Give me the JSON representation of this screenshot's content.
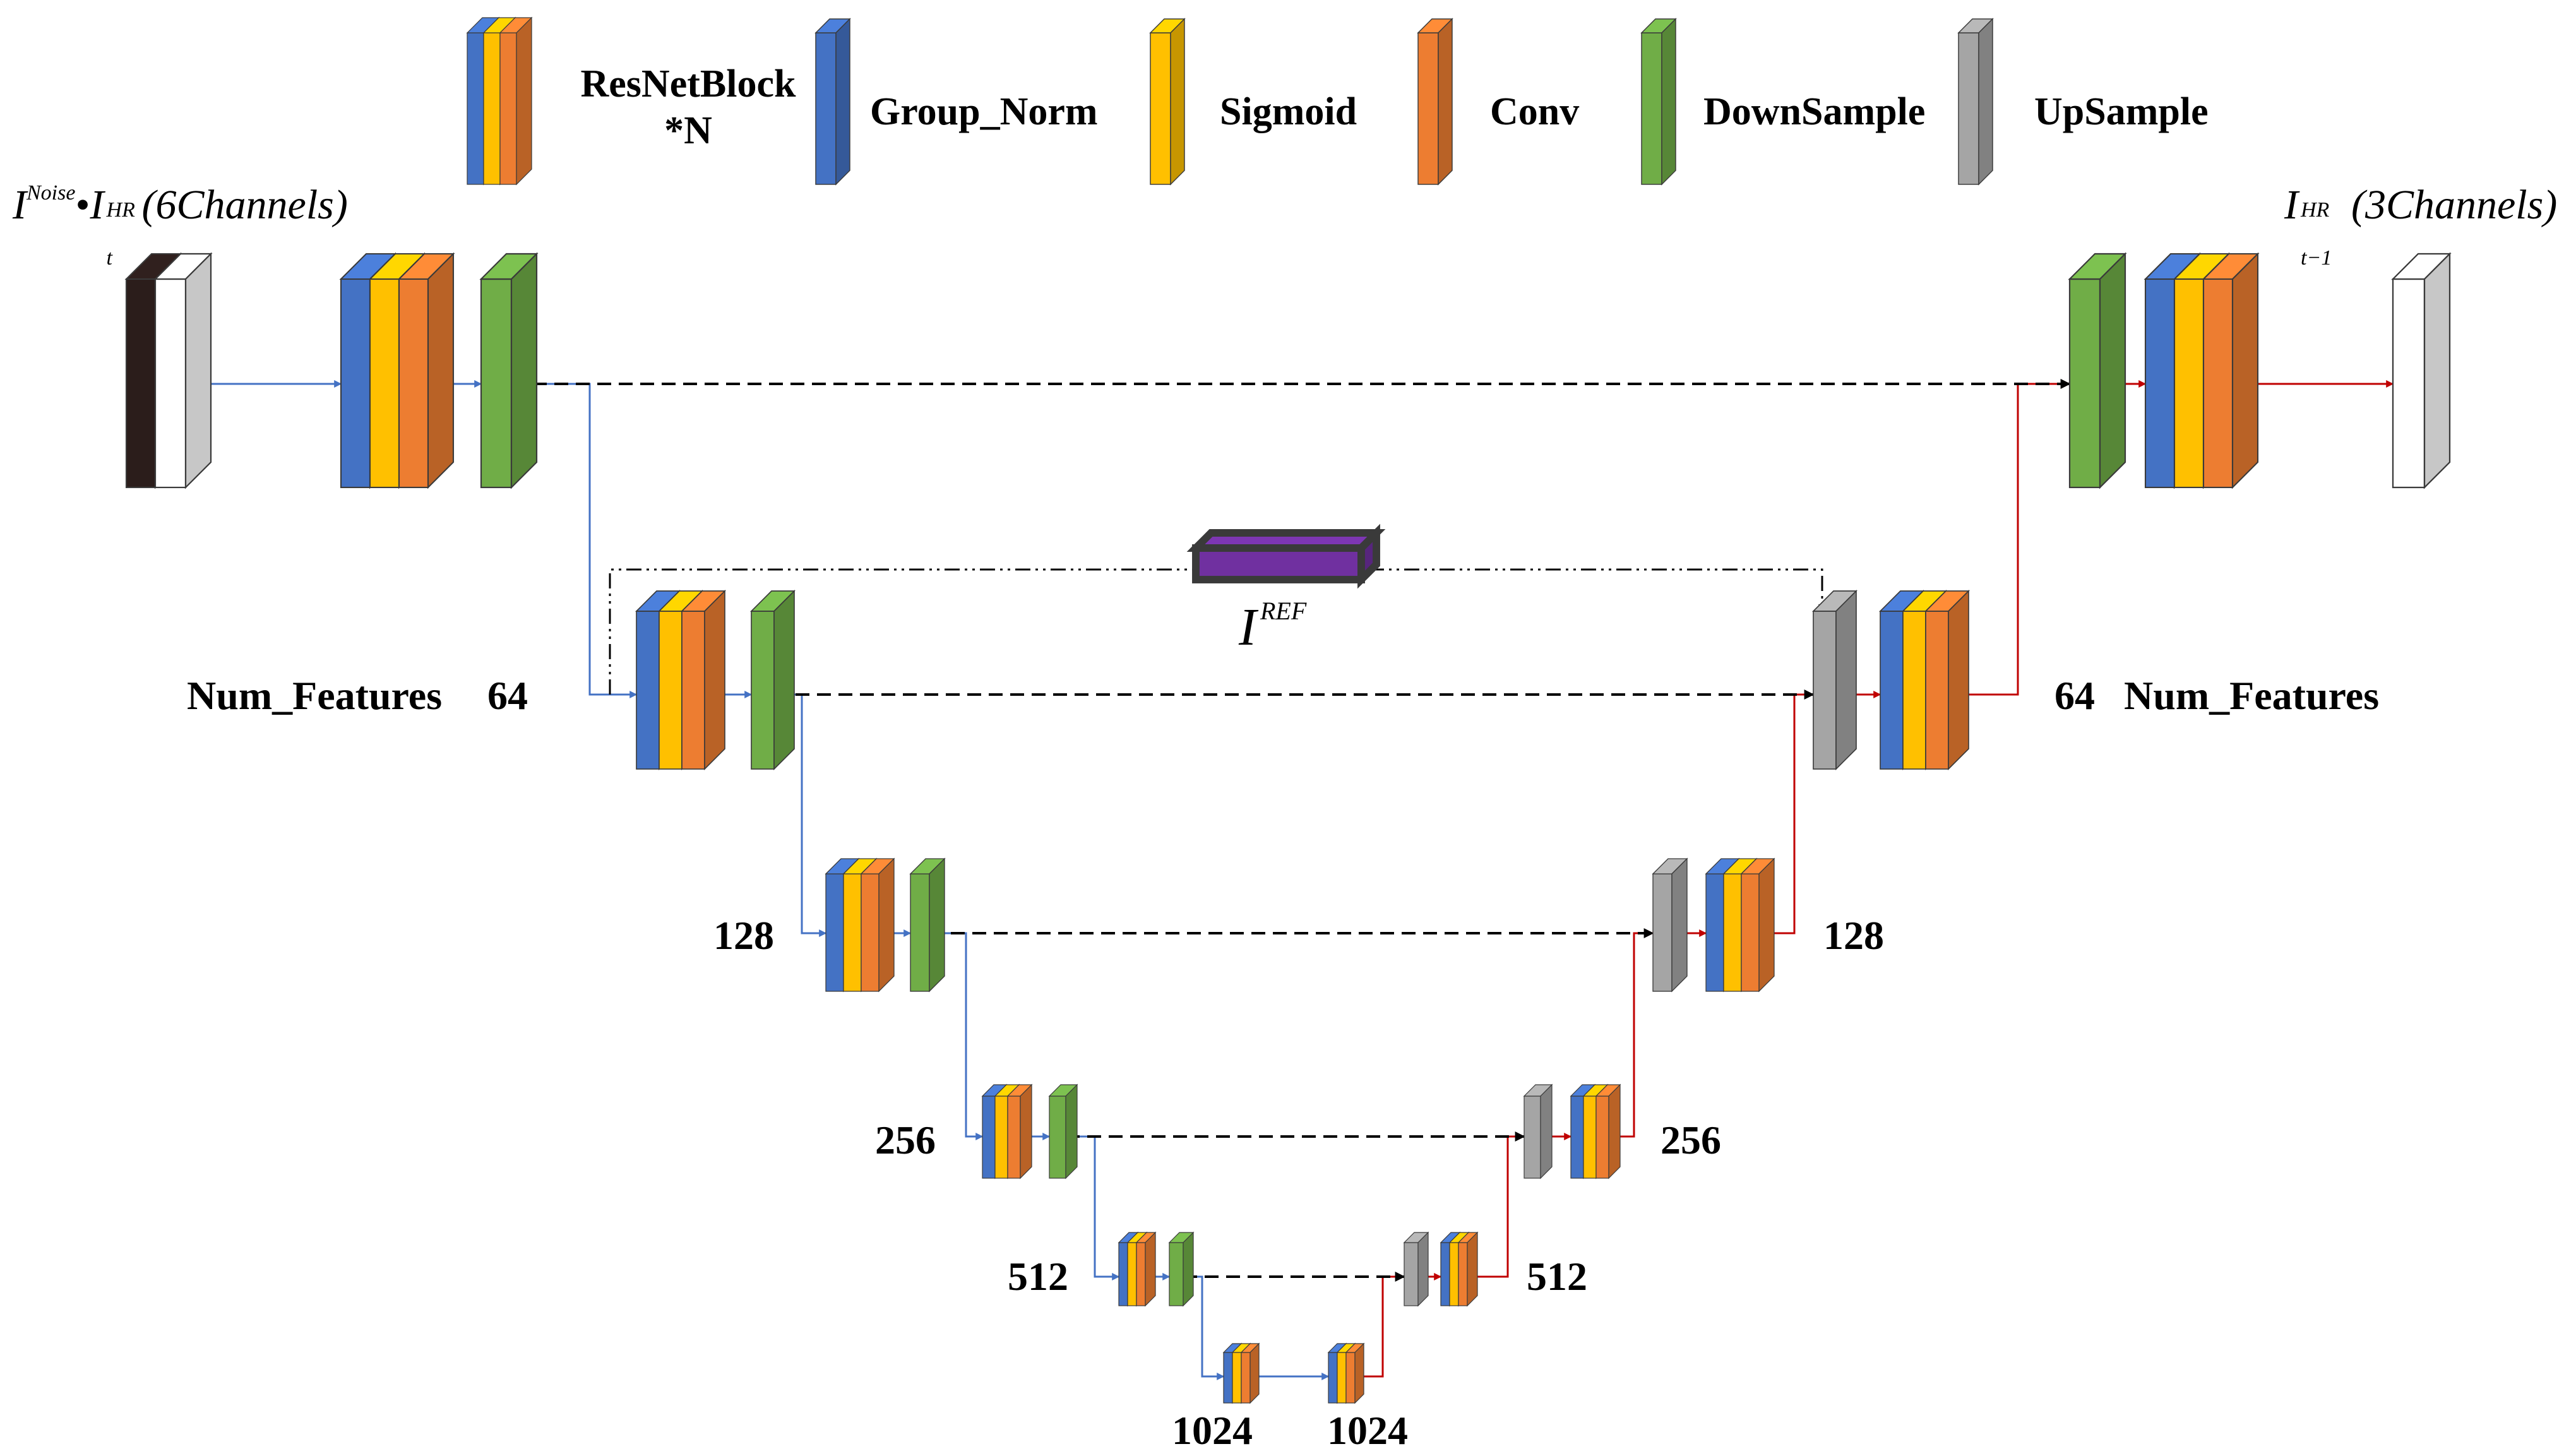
{
  "colors": {
    "group_norm": "#4472C4",
    "sigmoid": "#FFC000",
    "conv": "#ED7D31",
    "downsample": "#70AD47",
    "upsample": "#A5A5A5",
    "reference": "#7030A0",
    "input_dark": "#2B1D1B",
    "encoder_line": "#4472C4",
    "decoder_line": "#C00000",
    "skip_line": "#000000"
  },
  "legend": {
    "resnet_line1": "ResNetBlock",
    "resnet_line2": "*N",
    "group_norm": "Group_Norm",
    "sigmoid": "Sigmoid",
    "conv": "Conv",
    "downsample": "DownSample",
    "upsample": "UpSample"
  },
  "input_label": {
    "base1": "I",
    "sup1": "Noise",
    "dot": "•",
    "base2": "I",
    "sup2": "HR",
    "sub2": "t",
    "suffix": "(6Channels)"
  },
  "output_label": {
    "base": "I",
    "sup": "HR",
    "sub": "t−1",
    "suffix": "(3Channels)"
  },
  "reference_label": {
    "base": "I",
    "sup": "REF"
  },
  "features": {
    "left_text": "Num_Features",
    "right_text": "Num_Features",
    "level1_left": "64",
    "level1_right": "64",
    "level2_left": "128",
    "level2_right": "128",
    "level3_left": "256",
    "level3_right": "256",
    "level4_left": "512",
    "level4_right": "512",
    "bottom_left": "1024",
    "bottom_right": "1024"
  }
}
